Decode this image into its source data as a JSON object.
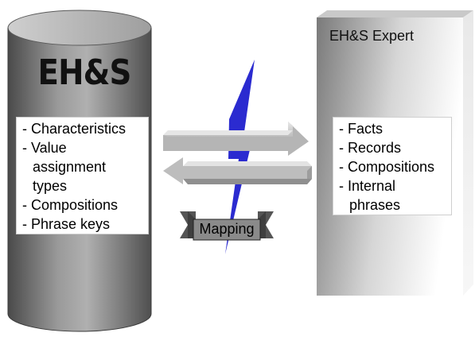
{
  "eh_s_system": {
    "title": "EH&S",
    "items": [
      "- Characteristics",
      "- Value",
      "assignment",
      "types",
      "- Compositions",
      "- Phrase keys"
    ]
  },
  "expert_system": {
    "title": "EH&S Expert",
    "items": [
      "- Facts",
      "- Records",
      "- Compositions",
      "- Internal",
      "phrases"
    ]
  },
  "mapping": {
    "label": "Mapping"
  },
  "colors": {
    "cylinder_dark": "#555555",
    "cylinder_light": "#a8a8a8",
    "box_dark": "#777777",
    "box_light": "#ffffff",
    "arrow_fill": "#cccccc",
    "lightning": "#2b2bd0",
    "banner": "#8a8a8a"
  }
}
